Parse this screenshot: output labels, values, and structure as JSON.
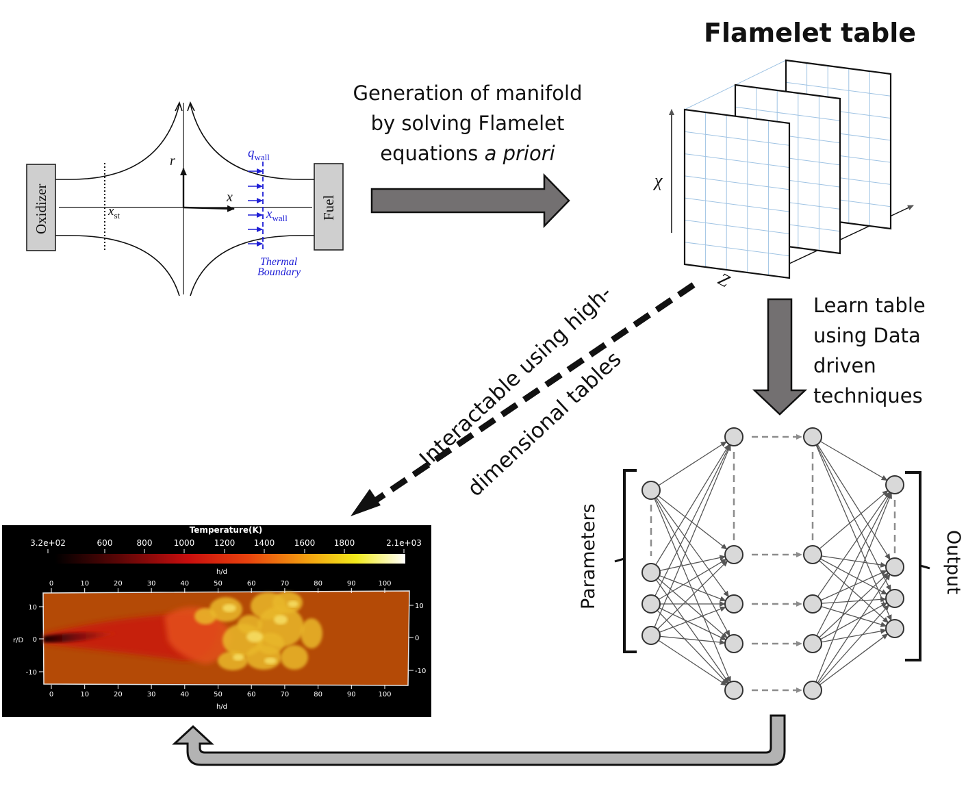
{
  "title": "Flamelet table",
  "generation_text": [
    "Generation of manifold",
    "by solving Flamelet",
    "equations"
  ],
  "generation_italic": "a priori",
  "learn_text": [
    "Learn table",
    "using Data",
    "driven",
    "techniques"
  ],
  "diagonal_text": [
    "Interactable using high-",
    "dimensional tables"
  ],
  "nn_labels": {
    "parameters": "Parameters",
    "output": "Output"
  },
  "counterflow": {
    "oxidizer": "Oxidizer",
    "fuel": "Fuel",
    "r": "r",
    "x": "x",
    "x_st": "x",
    "x_st_sub": "st",
    "q_wall": "q",
    "q_wall_sub": "wall",
    "x_wall": "x",
    "x_wall_sub": "wall",
    "thermal": [
      "Thermal",
      "Boundary"
    ]
  },
  "table_axes": {
    "chi": "χ",
    "z": "Z"
  },
  "simulation": {
    "colorbar_title": "Temperature(K)",
    "colorbar_ticks": [
      "3.2e+02",
      "600",
      "800",
      "1000",
      "1200",
      "1400",
      "1600",
      "1800",
      "2.1e+03"
    ],
    "x_ticks": [
      "0",
      "10",
      "20",
      "30",
      "40",
      "50",
      "60",
      "70",
      "80",
      "90",
      "100"
    ],
    "x_label": "h/d",
    "y_ticks_left": [
      "10",
      "0",
      "-10"
    ],
    "y_ticks_right": [
      "10",
      "0",
      "-10"
    ],
    "y_label": "r/D"
  },
  "colors": {
    "arrow_gray": "#737071",
    "arrow_light": "#b3b3b3",
    "blue": "#1f1fd6",
    "grid_blue": "#9fc3e3",
    "node_fill": "#d9d9d9",
    "domain_orange": "#b44a06",
    "flame_yellow": "#e9b82b"
  }
}
